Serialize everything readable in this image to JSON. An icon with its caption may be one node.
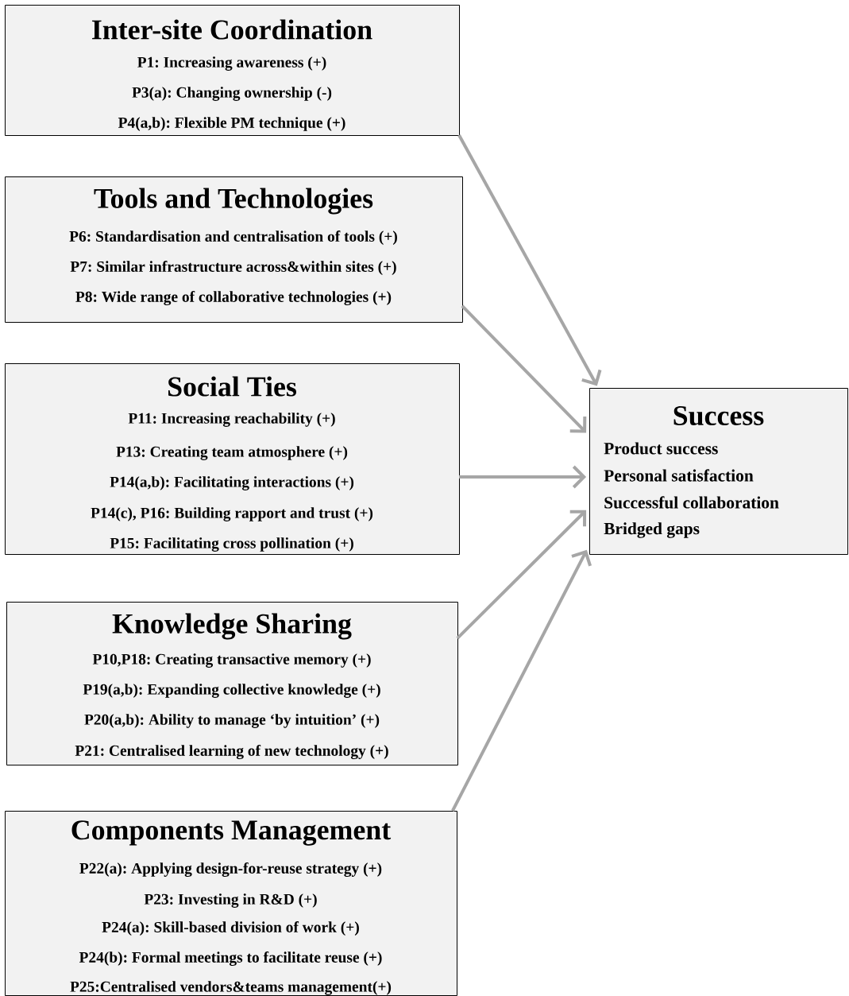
{
  "diagram": {
    "nodes": [
      {
        "text": [
          "Inter-site Coordination",
          "P1: Increasing awareness (+)",
          "P3(a): Changing ownership (-)",
          "P4(a,b): Flexible PM technique (+)"
        ]
      },
      {
        "text": [
          "Tools and Technologies",
          "P6: Standardisation and centralisation of tools (+)",
          "P7: Similar infrastructure across&within sites (+)",
          "P8: Wide range of collaborative technologies (+)"
        ]
      },
      {
        "text": [
          "Social Ties",
          "P11: Increasing  reachability (+)",
          "P13: Creating team atmosphere (+)",
          "P14(a,b): Facilitating interactions (+)",
          "P14(c), P16: Building rapport and trust (+)",
          "P15: Facilitating cross pollination (+)"
        ]
      },
      {
        "text": [
          "Knowledge Sharing",
          "P10,P18: Creating transactive memory (+)",
          "P19(a,b): Expanding collective knowledge (+)",
          "P20(a,b): Ability to manage ‘by intuition’ (+)",
          "P21: Centralised learning of new technology (+)"
        ]
      },
      {
        "text": [
          "Components Management",
          "P22(a): Applying design-for-reuse strategy (+)",
          "P23: Investing in R&D (+)",
          "P24(a): Skill-based division of work (+)",
          "P24(b): Formal meetings to facilitate reuse (+)",
          "P25:Centralised vendors&teams management(+)"
        ]
      },
      {
        "text": [
          "Success",
          "Product success",
          "Personal satisfaction",
          "Successful collaboration",
          "Bridged gaps"
        ]
      }
    ],
    "edges": [
      {
        "from": 0,
        "to": 5,
        "arrow": "to"
      },
      {
        "from": 1,
        "to": 5,
        "arrow": "to"
      },
      {
        "from": 2,
        "to": 5,
        "arrow": "to"
      },
      {
        "from": 3,
        "to": 5,
        "arrow": "to"
      },
      {
        "from": 4,
        "to": 5,
        "arrow": "to"
      }
    ]
  }
}
